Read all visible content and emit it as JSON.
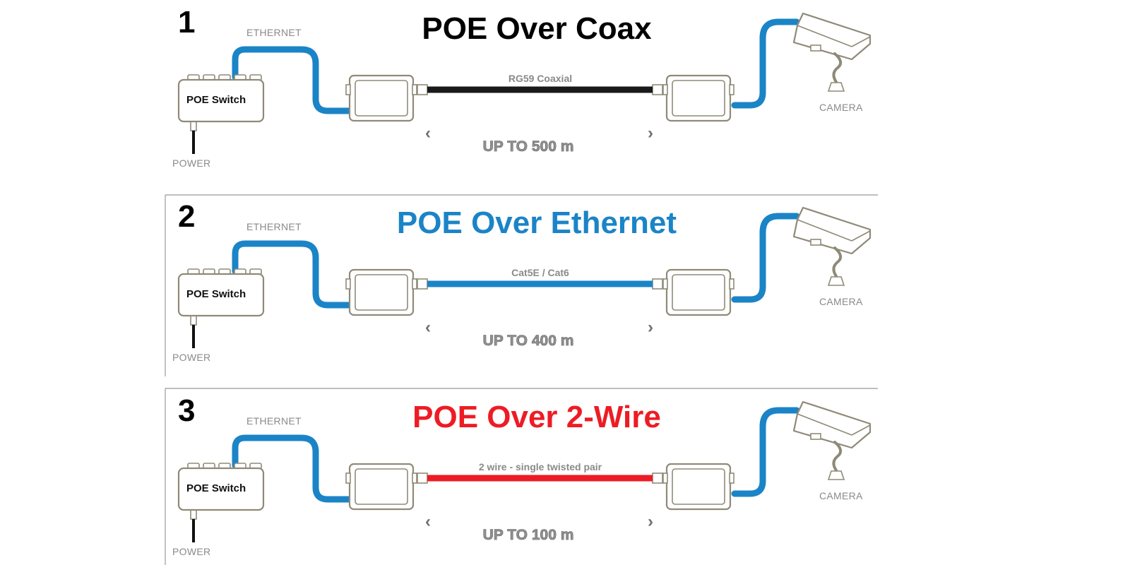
{
  "colors": {
    "ethernet_cable": "#1b84c7",
    "outline": "#8f8a78",
    "title_coax": "#000000",
    "title_ethernet": "#1b84c7",
    "title_2wire": "#ed1c24",
    "cable_coax": "#1a1a1a",
    "cable_ethernet": "#1b84c7",
    "cable_2wire": "#ed1c24"
  },
  "icons": {
    "switch": "poe-switch-icon",
    "extender": "extender-box-icon",
    "camera": "camera-icon",
    "left_arrow": "chevron-left-icon",
    "right_arrow": "chevron-right-icon"
  },
  "panels": [
    {
      "number": "1",
      "title": "POE Over Coax",
      "title_color": "#000000",
      "ethernet_label": "ETHERNET",
      "switch_label": "POE Switch",
      "power_label": "POWER",
      "cable_label": "RG59 Coaxial",
      "cable_color": "#1a1a1a",
      "camera_label": "CAMERA",
      "distance": "UP TO 500 m",
      "left_arrow": "‹",
      "right_arrow": "›"
    },
    {
      "number": "2",
      "title": "POE Over Ethernet",
      "title_color": "#1b84c7",
      "ethernet_label": "ETHERNET",
      "switch_label": "POE Switch",
      "power_label": "POWER",
      "cable_label": "Cat5E / Cat6",
      "cable_color": "#1b84c7",
      "camera_label": "CAMERA",
      "distance": "UP TO 400 m",
      "left_arrow": "‹",
      "right_arrow": "›"
    },
    {
      "number": "3",
      "title": "POE Over 2-Wire",
      "title_color": "#ed1c24",
      "ethernet_label": "ETHERNET",
      "switch_label": "POE Switch",
      "power_label": "POWER",
      "cable_label": "2 wire - single twisted pair",
      "cable_color": "#ed1c24",
      "camera_label": "CAMERA",
      "distance": "UP TO 100 m",
      "left_arrow": "‹",
      "right_arrow": "›"
    }
  ]
}
